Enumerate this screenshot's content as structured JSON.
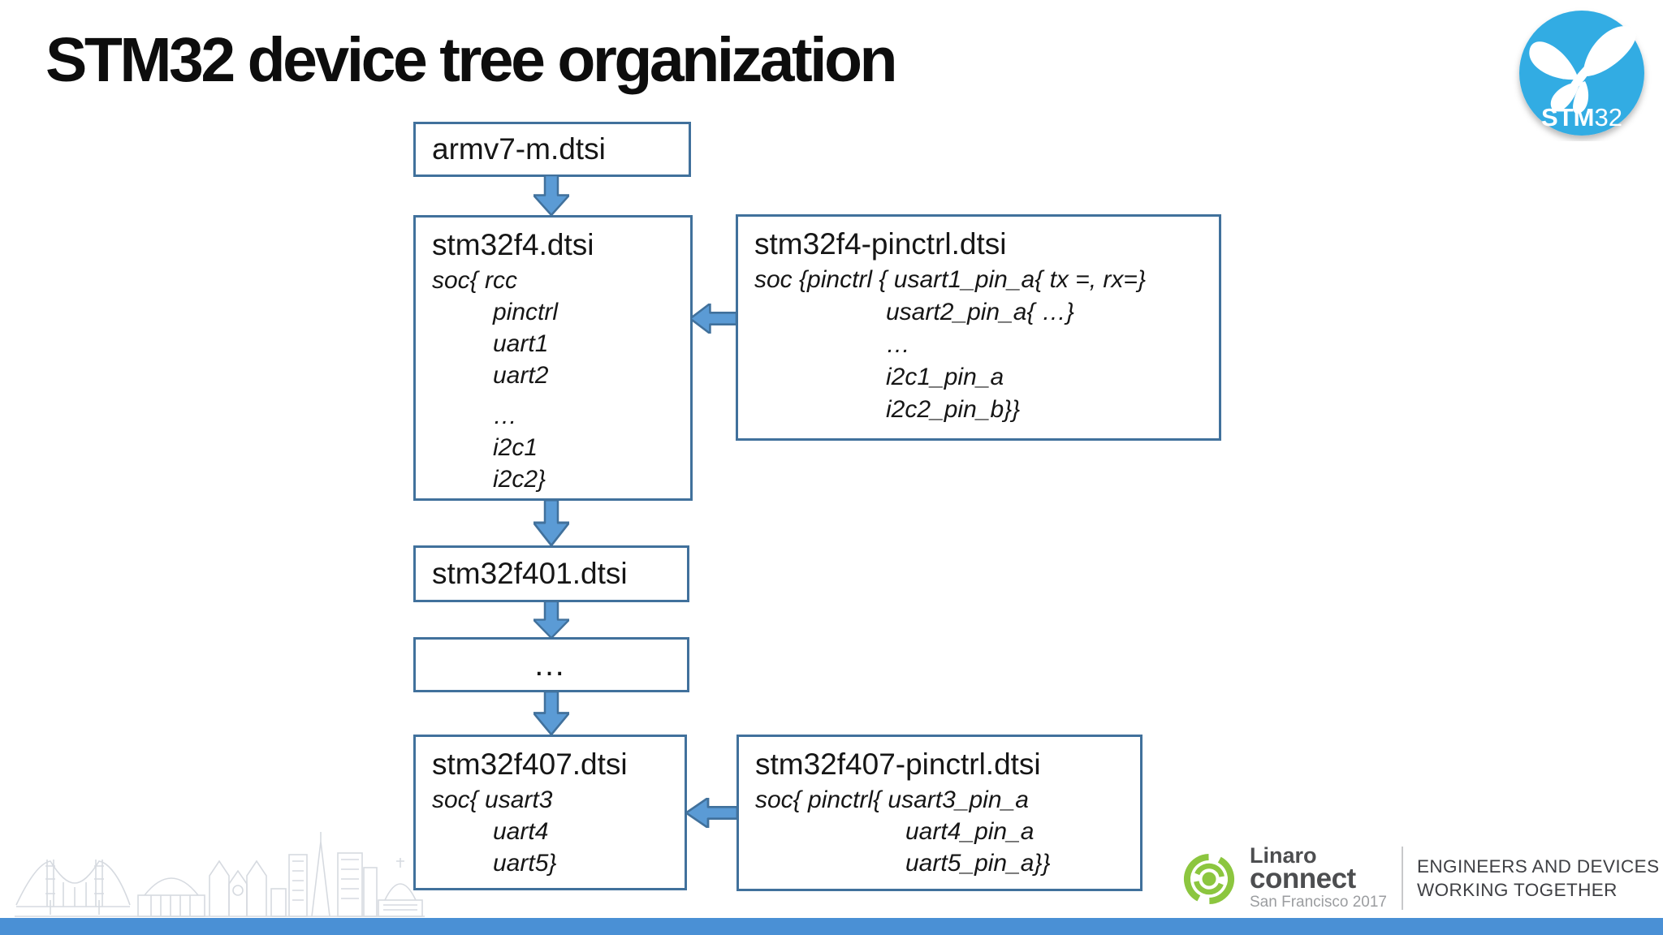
{
  "title": "STM32 device tree organization",
  "stm32_logo": {
    "brand_bold": "STM",
    "brand_light": "32"
  },
  "boxes": {
    "armv7": {
      "title": "armv7-m.dtsi"
    },
    "f4": {
      "title": "stm32f4.dtsi",
      "line1": "soc{ rcc",
      "line2": "pinctrl",
      "line3": "uart1",
      "line4": "uart2",
      "line5": "…",
      "line6": "i2c1",
      "line7": "i2c2}"
    },
    "f4pin": {
      "title": "stm32f4-pinctrl.dtsi",
      "line1": "soc {pinctrl { usart1_pin_a{ tx =, rx=}",
      "line2": "usart2_pin_a{ …}",
      "line3": "…",
      "line4": "i2c1_pin_a",
      "line5": "i2c2_pin_b}}"
    },
    "f401": {
      "title": "stm32f401.dtsi"
    },
    "dots": {
      "title": "…"
    },
    "f407": {
      "title": "stm32f407.dtsi",
      "line1": "soc{ usart3",
      "line2": "uart4",
      "line3": "uart5}"
    },
    "f407pin": {
      "title": "stm32f407-pinctrl.dtsi",
      "line1": "soc{ pinctrl{ usart3_pin_a",
      "line2": "uart4_pin_a",
      "line3": "uart5_pin_a}}"
    }
  },
  "footer": {
    "linaro_name": "Linaro",
    "linaro_product": "connect",
    "linaro_event": "San Francisco 2017",
    "tagline_line1": "ENGINEERS AND DEVICES",
    "tagline_line2": "WORKING TOGETHER"
  },
  "colors": {
    "box_border": "#41719C",
    "arrow_fill": "#5B9BD5",
    "arrow_border": "#41719C",
    "bottom_bar": "#4A90D5",
    "stm32_blue": "#33ACE3",
    "linaro_green": "#8CC63F"
  }
}
